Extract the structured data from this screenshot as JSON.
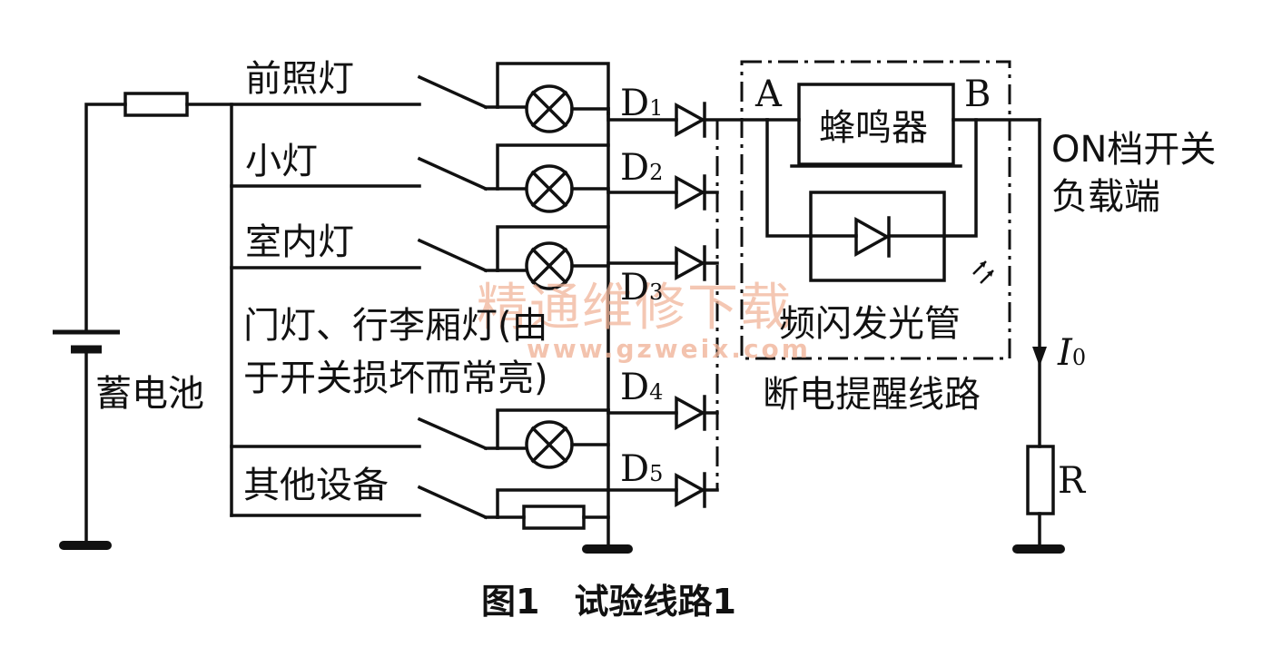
{
  "labels": {
    "headlight": "前照灯",
    "small_light": "小灯",
    "interior_light": "室内灯",
    "door_light_line1": "门灯、行李厢灯(由",
    "door_light_line2": "于开关损坏而常亮)",
    "other_equipment": "其他设备",
    "battery": "蓄电池",
    "d1": "D",
    "d1_sub": "1",
    "d2": "D",
    "d2_sub": "2",
    "d3": "D",
    "d3_sub": "3",
    "d4": "D",
    "d4_sub": "4",
    "d5": "D",
    "d5_sub": "5",
    "node_a": "A",
    "node_b": "B",
    "buzzer": "蜂鸣器",
    "flash_led": "频闪发光管",
    "alert_circuit": "断电提醒线路",
    "on_switch_line1": "ON档开关",
    "on_switch_line2": "负载端",
    "current": "I",
    "current_sub": "0",
    "resistor": "R",
    "caption": "图1　试验线路1"
  },
  "watermark": {
    "line1": "精通维修下载",
    "line2": "www.gzweix.com"
  }
}
